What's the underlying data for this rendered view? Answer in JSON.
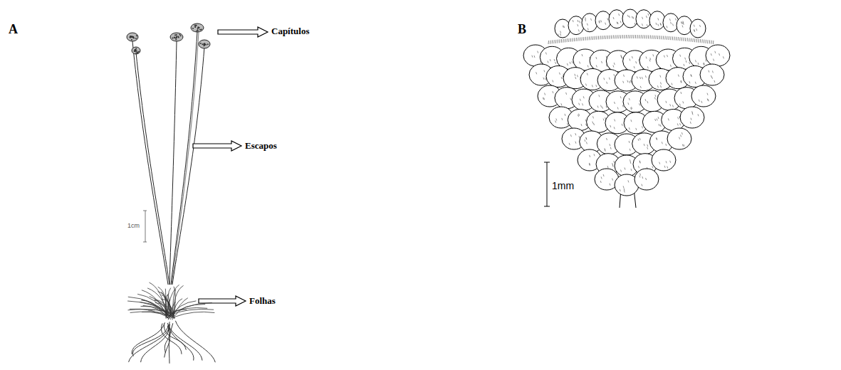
{
  "diagram": {
    "labels": [
      "A",
      "Capítulos",
      "Escapos",
      "Folhas",
      "1cm",
      "B",
      "1mm"
    ]
  }
}
